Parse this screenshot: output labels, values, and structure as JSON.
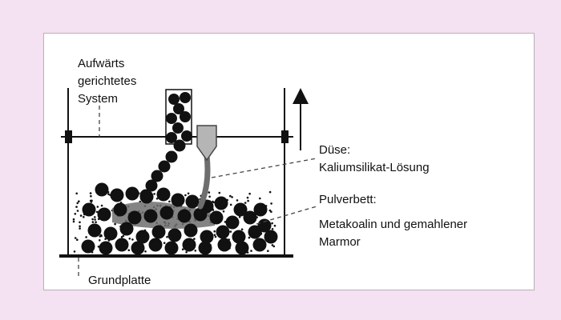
{
  "labels": {
    "system_line1": "Aufwärts",
    "system_line2": "gerichtetes",
    "system_line3": "System",
    "nozzle_line1": "Düse:",
    "nozzle_line2": "Kaliumsilikat-Lösung",
    "bed_line1": "Pulverbett:",
    "bed_line2": "Metakoalin und gemahlener",
    "bed_line3": "Marmor",
    "base": "Grundplatte"
  },
  "colors": {
    "page_background": "#f4e1f1",
    "panel_background": "#ffffff",
    "particle": "#111111",
    "nozzle": "#b5b5b5",
    "binder": "#6e6e6e"
  },
  "icons": {
    "direction": "up-arrow-icon"
  }
}
